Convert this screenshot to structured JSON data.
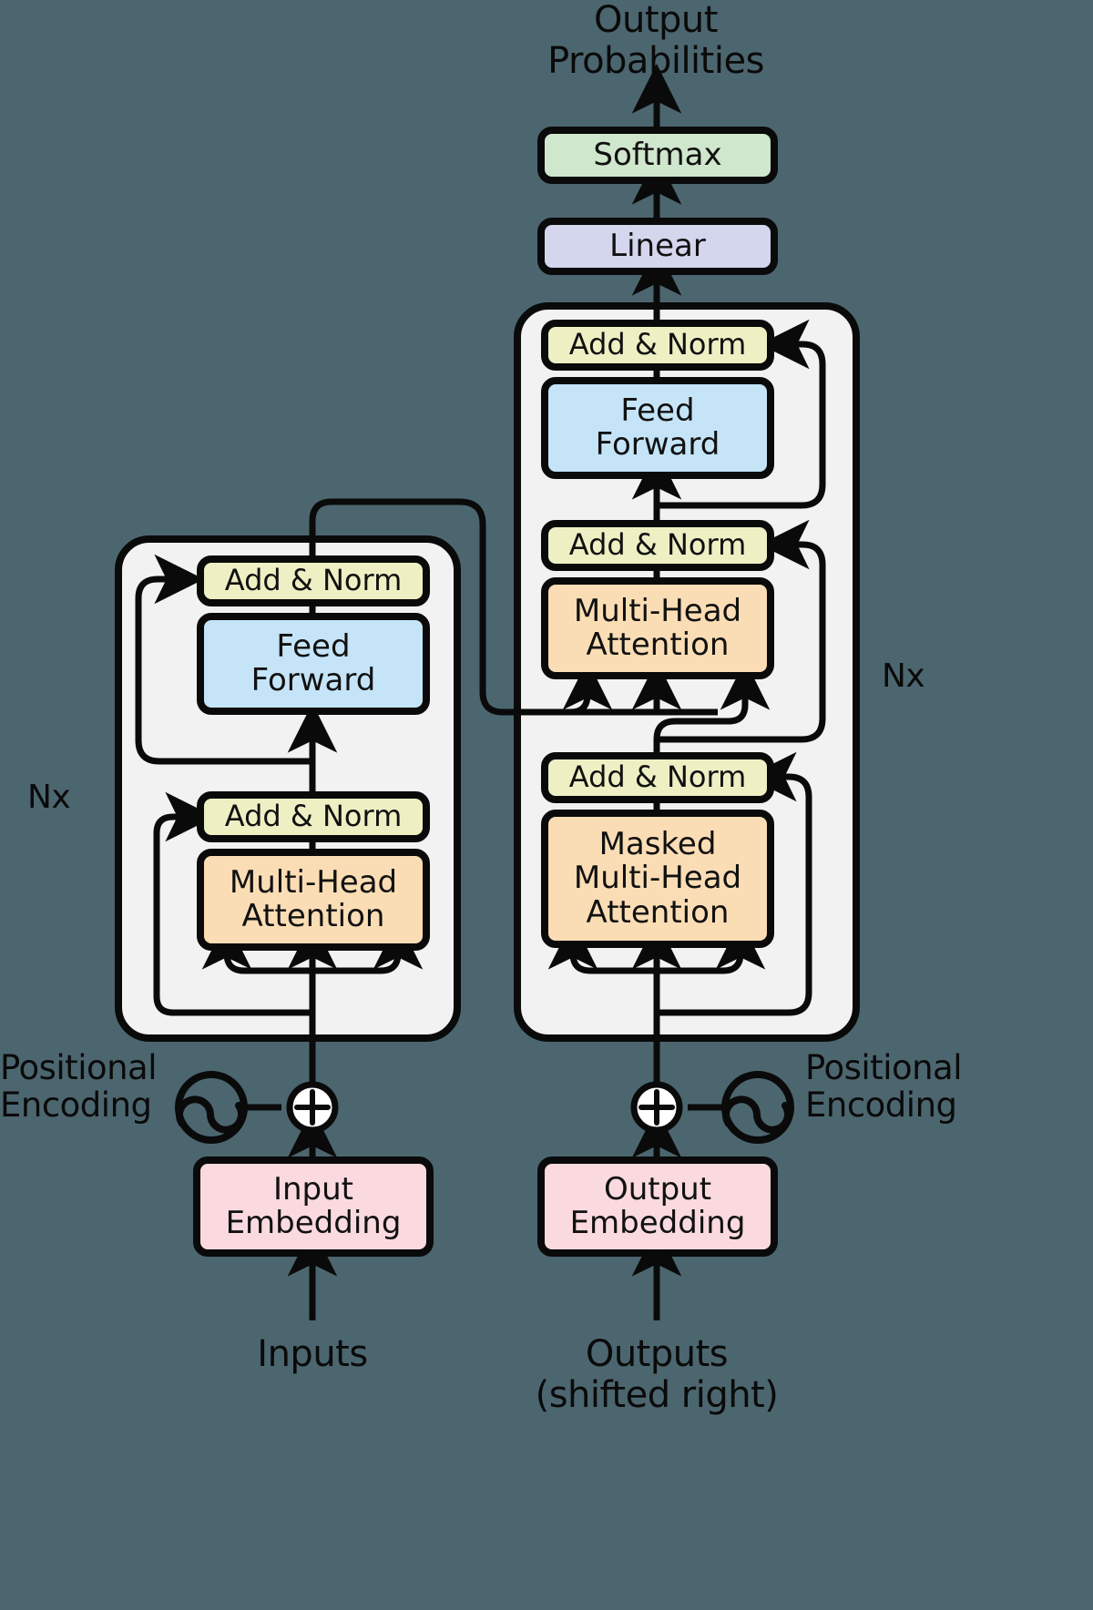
{
  "diagram": {
    "title": "Transformer model architecture",
    "background_color": "#4c666f",
    "stroke_color": "#0a0a0a"
  },
  "labels": {
    "output_probabilities": "Output\nProbabilities",
    "inputs": "Inputs",
    "outputs": "Outputs\n(shifted right)",
    "positional_encoding_left": "Positional\nEncoding",
    "positional_encoding_right": "Positional\nEncoding",
    "nx_encoder": "Nx",
    "nx_decoder": "Nx"
  },
  "blocks": {
    "softmax": {
      "label": "Softmax",
      "color": "#cfe7cd"
    },
    "linear": {
      "label": "Linear",
      "color": "#d4d6ee"
    },
    "encoder_add_norm_top": {
      "label": "Add & Norm",
      "color": "#eef0c4"
    },
    "encoder_feed_forward": {
      "label": "Feed\nForward",
      "color": "#c5e4f7"
    },
    "encoder_add_norm_bottom": {
      "label": "Add & Norm",
      "color": "#eef0c4"
    },
    "encoder_multi_head_attention": {
      "label": "Multi-Head\nAttention",
      "color": "#fbddb5"
    },
    "input_embedding": {
      "label": "Input\nEmbedding",
      "color": "#fadade"
    },
    "decoder_add_norm_top": {
      "label": "Add & Norm",
      "color": "#eef0c4"
    },
    "decoder_feed_forward": {
      "label": "Feed\nForward",
      "color": "#c5e4f7"
    },
    "decoder_add_norm_mid": {
      "label": "Add & Norm",
      "color": "#eef0c4"
    },
    "decoder_multi_head_attention": {
      "label": "Multi-Head\nAttention",
      "color": "#fbddb5"
    },
    "decoder_add_norm_bottom": {
      "label": "Add & Norm",
      "color": "#eef0c4"
    },
    "decoder_masked_multi_head_attention": {
      "label": "Masked\nMulti-Head\nAttention",
      "color": "#fbddb5"
    },
    "output_embedding": {
      "label": "Output\nEmbedding",
      "color": "#fadade"
    }
  },
  "containers": {
    "encoder_stack": {
      "name": "encoder-stack",
      "color": "#f2f2f2"
    },
    "decoder_stack": {
      "name": "decoder-stack",
      "color": "#f2f2f2"
    }
  },
  "icons": {
    "positional_encoding_left": "sine-wave-icon",
    "positional_encoding_right": "sine-wave-icon",
    "sum_left": "plus-circle-icon",
    "sum_right": "plus-circle-icon"
  }
}
